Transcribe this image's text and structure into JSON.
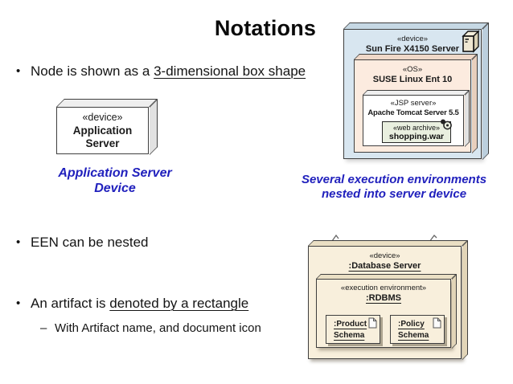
{
  "title": "Notations",
  "bullets": {
    "marker": "•",
    "dash": "–",
    "b1_pre": "Node is shown as a ",
    "b1_underlined": "3-dimensional box shape",
    "b2": "EEN can be nested",
    "b3_pre": "An artifact is ",
    "b3_underlined": "denoted by a rectangle",
    "b3_sub": "With Artifact name, and document icon"
  },
  "app_server": {
    "stereotype": "«device»",
    "name_line1": "Application",
    "name_line2": "Server",
    "caption_line1": "Application Server",
    "caption_line2": "Device"
  },
  "sunfire": {
    "device_stereotype": "«device»",
    "device_name": "Sun Fire X4150 Server",
    "os_stereotype": "«OS»",
    "os_name": "SUSE Linux Ent 10",
    "jsp_stereotype": "«JSP server»",
    "jsp_name": "Apache Tomcat Server 5.5",
    "war_stereotype": "«web archive»",
    "war_name": "shopping.war",
    "caption_line1": "Several execution environments",
    "caption_line2": "nested into server device"
  },
  "database": {
    "device_stereotype": "«device»",
    "device_name": ":Database Server",
    "ee_stereotype": "«execution environment»",
    "ee_name": ":RDBMS",
    "artifacts": [
      {
        "line1": ":Product",
        "line2": "Schema"
      },
      {
        "line1": ":Policy",
        "line2": "Schema"
      }
    ]
  },
  "icons": {
    "server_tower": "server-tower-icon",
    "web_archive": "archive-circles-icon",
    "document": "document-icon"
  },
  "colors": {
    "caption_blue": "#2121bd",
    "device_box_blue": "#d8e6f0",
    "os_box_peach": "#fcebdf",
    "war_box_green": "#e9efdf",
    "db_box_tan": "#f8efdc",
    "border_gray": "#3f3f3f"
  }
}
